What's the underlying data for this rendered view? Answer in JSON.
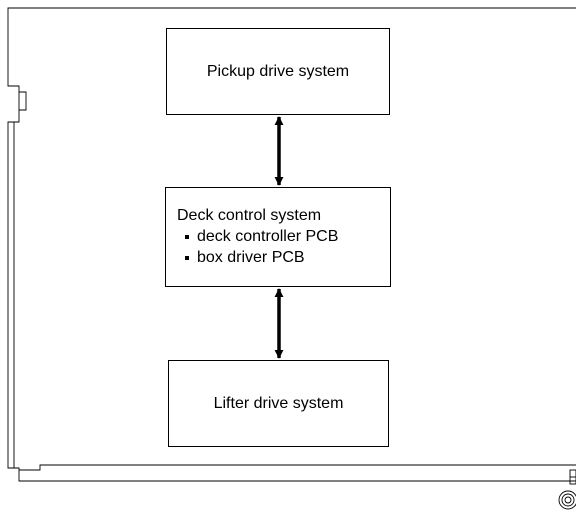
{
  "diagram": {
    "pickup": {
      "label": "Pickup drive system"
    },
    "deck": {
      "title": "Deck control system",
      "items": [
        "deck controller PCB",
        "box driver PCB"
      ]
    },
    "lifter": {
      "label": "Lifter drive system"
    }
  },
  "colors": {
    "line": "#000000",
    "background": "#ffffff"
  }
}
